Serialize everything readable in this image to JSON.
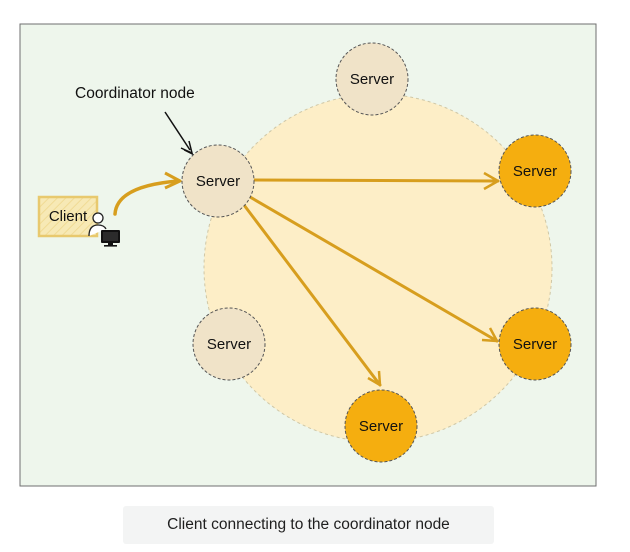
{
  "diagram": {
    "annotation": "Coordinator node",
    "client": "Client",
    "servers": {
      "coordinator": "Server",
      "top": "Server",
      "right_top": "Server",
      "left_bottom": "Server",
      "right_bottom": "Server",
      "bottom": "Server"
    }
  },
  "caption": "Client connecting to the coordinator node",
  "colors": {
    "canvas": "#eef6ec",
    "ring": "#fdeec7",
    "idle_server": "#f0e3c8",
    "active_server": "#f5ae0f",
    "arrow": "#d79e1e",
    "client_box": "#f7e9b5"
  }
}
